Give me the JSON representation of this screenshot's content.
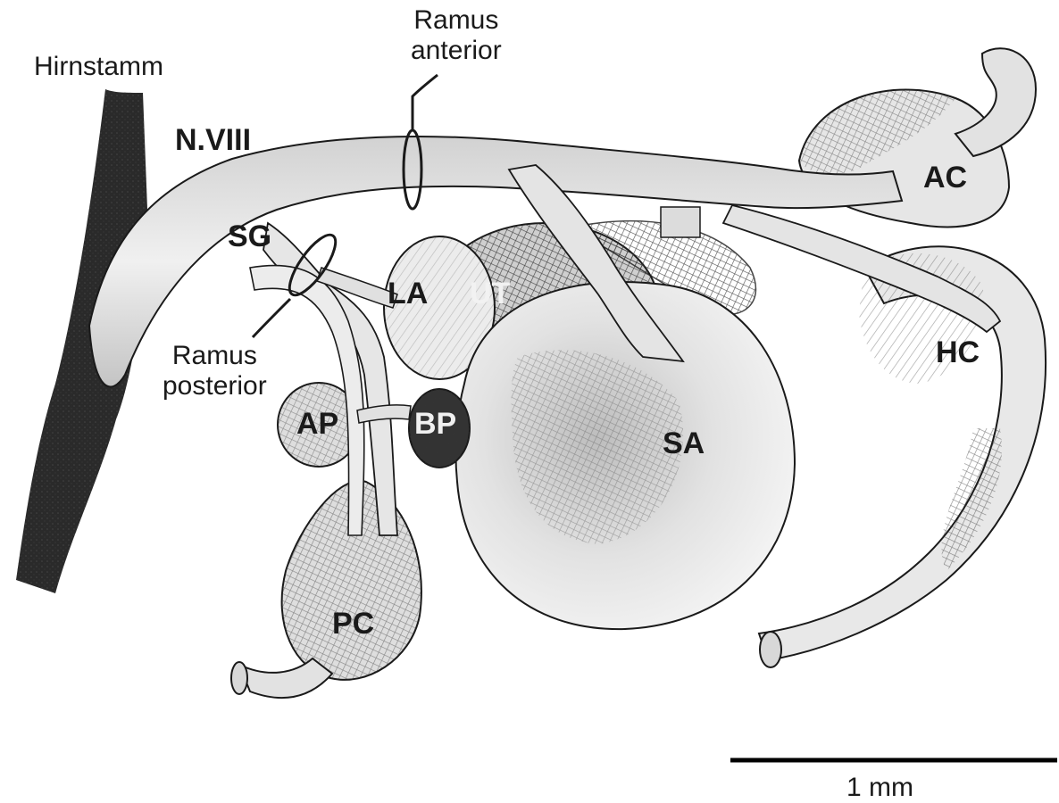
{
  "labels": {
    "hirnstamm": "Hirnstamm",
    "ramus_anterior": "Ramus\nanterior",
    "ramus_posterior": "Ramus\nposterior",
    "nviii": "N.VIII",
    "sg": "SG",
    "la": "LA",
    "ut": "UT",
    "ac": "AC",
    "hc": "HC",
    "ap": "AP",
    "bp": "BP",
    "sa": "SA",
    "pc": "PC"
  },
  "scale_bar": {
    "label": "1 mm"
  },
  "colors": {
    "ink": "#1a1a1a",
    "brainstem": "#2a2a2a",
    "tissue_light": "#eeeeee",
    "tissue_mid": "#d6d6d6",
    "tissue_dark": "#8a8a8a"
  }
}
